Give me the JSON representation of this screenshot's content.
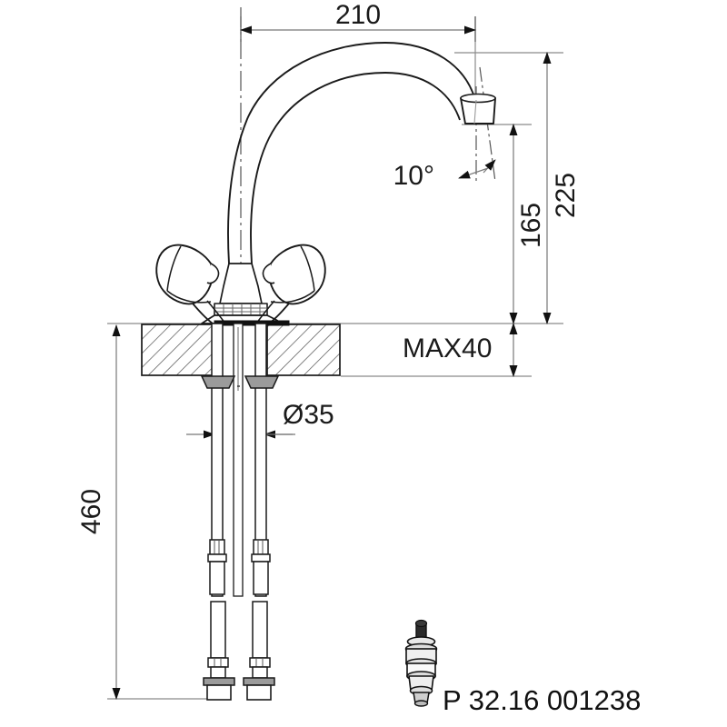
{
  "drawing": {
    "title": "faucet-technical-drawing",
    "line_color": "#1a1a1a",
    "dim_line_color": "#777777",
    "hatch_color": "#555555",
    "background": "#ffffff"
  },
  "dimensions": {
    "spout_reach": "210",
    "spout_height_total": "225",
    "spout_height_outlet": "165",
    "outlet_angle": "10°",
    "deck_thickness": "MAX40",
    "hole_diameter": "Ø35",
    "shank_length": "460"
  },
  "part": {
    "label": "P 32.16 001238",
    "icon": "cartridge-icon"
  }
}
